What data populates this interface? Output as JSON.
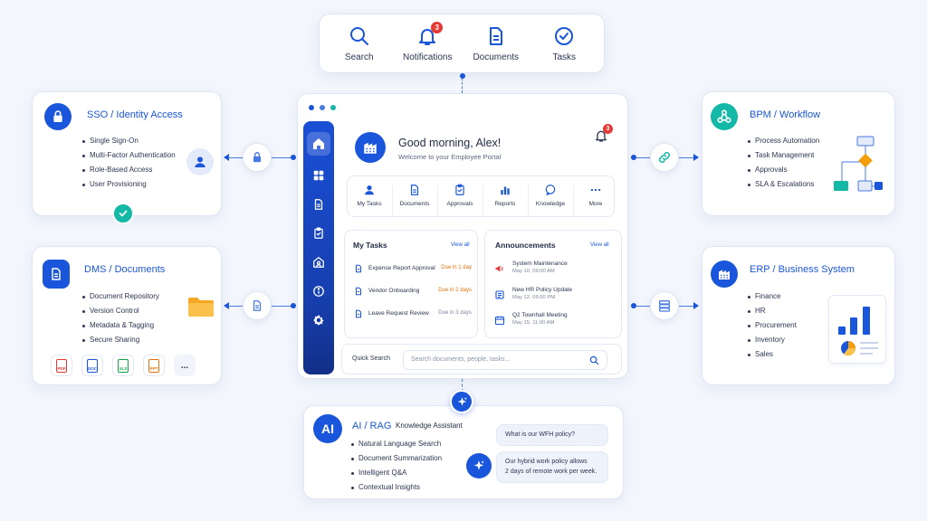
{
  "toolbar": [
    {
      "label": "Search",
      "icon": "search-icon"
    },
    {
      "label": "Notifications",
      "icon": "bell-icon",
      "badge": "3"
    },
    {
      "label": "Documents",
      "icon": "document-icon"
    },
    {
      "label": "Tasks",
      "icon": "check-circle-icon"
    }
  ],
  "sso": {
    "title": "SSO / Identity Access",
    "items": [
      "Single Sign-On",
      "Multi-Factor Authentication",
      "Role-Based Access",
      "User Provisioning"
    ]
  },
  "dms": {
    "title": "DMS / Documents",
    "items": [
      "Document Repository",
      "Version Control",
      "Metadata & Tagging",
      "Secure Sharing"
    ],
    "file_types": [
      "PDF",
      "DOC",
      "XLS",
      "PPT"
    ],
    "more": "..."
  },
  "bpm": {
    "title": "BPM / Workflow",
    "items": [
      "Process Automation",
      "Task Management",
      "Approvals",
      "SLA & Escalations"
    ]
  },
  "erp": {
    "title": "ERP / Business System",
    "items": [
      "Finance",
      "HR",
      "Procurement",
      "Inventory",
      "Sales"
    ]
  },
  "portal": {
    "greeting": "Good morning, Alex!",
    "subtitle": "Welcome to your Employee Portal",
    "notification_count": "3",
    "quick_actions": [
      "My Tasks",
      "Documents",
      "Approvals",
      "Reports",
      "Knowledge",
      "More"
    ],
    "my_tasks": {
      "title": "My Tasks",
      "view_all": "View all",
      "rows": [
        {
          "name": "Expense Report Approval",
          "due": "Due in 1 day",
          "color": "#e8710a"
        },
        {
          "name": "Vendor Onboarding",
          "due": "Due in 2 days",
          "color": "#e8710a"
        },
        {
          "name": "Leave Request Review",
          "due": "Due in 3 days",
          "color": "#7a869e"
        }
      ]
    },
    "announcements": {
      "title": "Announcements",
      "view_all": "View all",
      "rows": [
        {
          "title": "System Maintenance",
          "date": "May 10, 09:00 AM"
        },
        {
          "title": "New HR Policy Update",
          "date": "May 12, 05:00 PM"
        },
        {
          "title": "Q2 Townhall Meeting",
          "date": "May 15, 11:00 AM"
        }
      ]
    },
    "quick_search": {
      "label": "Quick Search",
      "placeholder": "Search documents, people, tasks..."
    }
  },
  "ai": {
    "badge": "AI",
    "title": "AI / RAG",
    "subtitle": "Knowledge Assistant",
    "items": [
      "Natural Language Search",
      "Document Summarization",
      "Intelligent Q&A",
      "Contextual Insights"
    ],
    "question": "What is our WFH policy?",
    "answer_line1": "Our hybrid work policy allows",
    "answer_line2": "2 days of remote work per week."
  },
  "colors": {
    "primary": "#1a56db",
    "teal": "#14b8a6",
    "orange": "#f59e0b",
    "red": "#e53935",
    "background": "#f3f6fc"
  }
}
